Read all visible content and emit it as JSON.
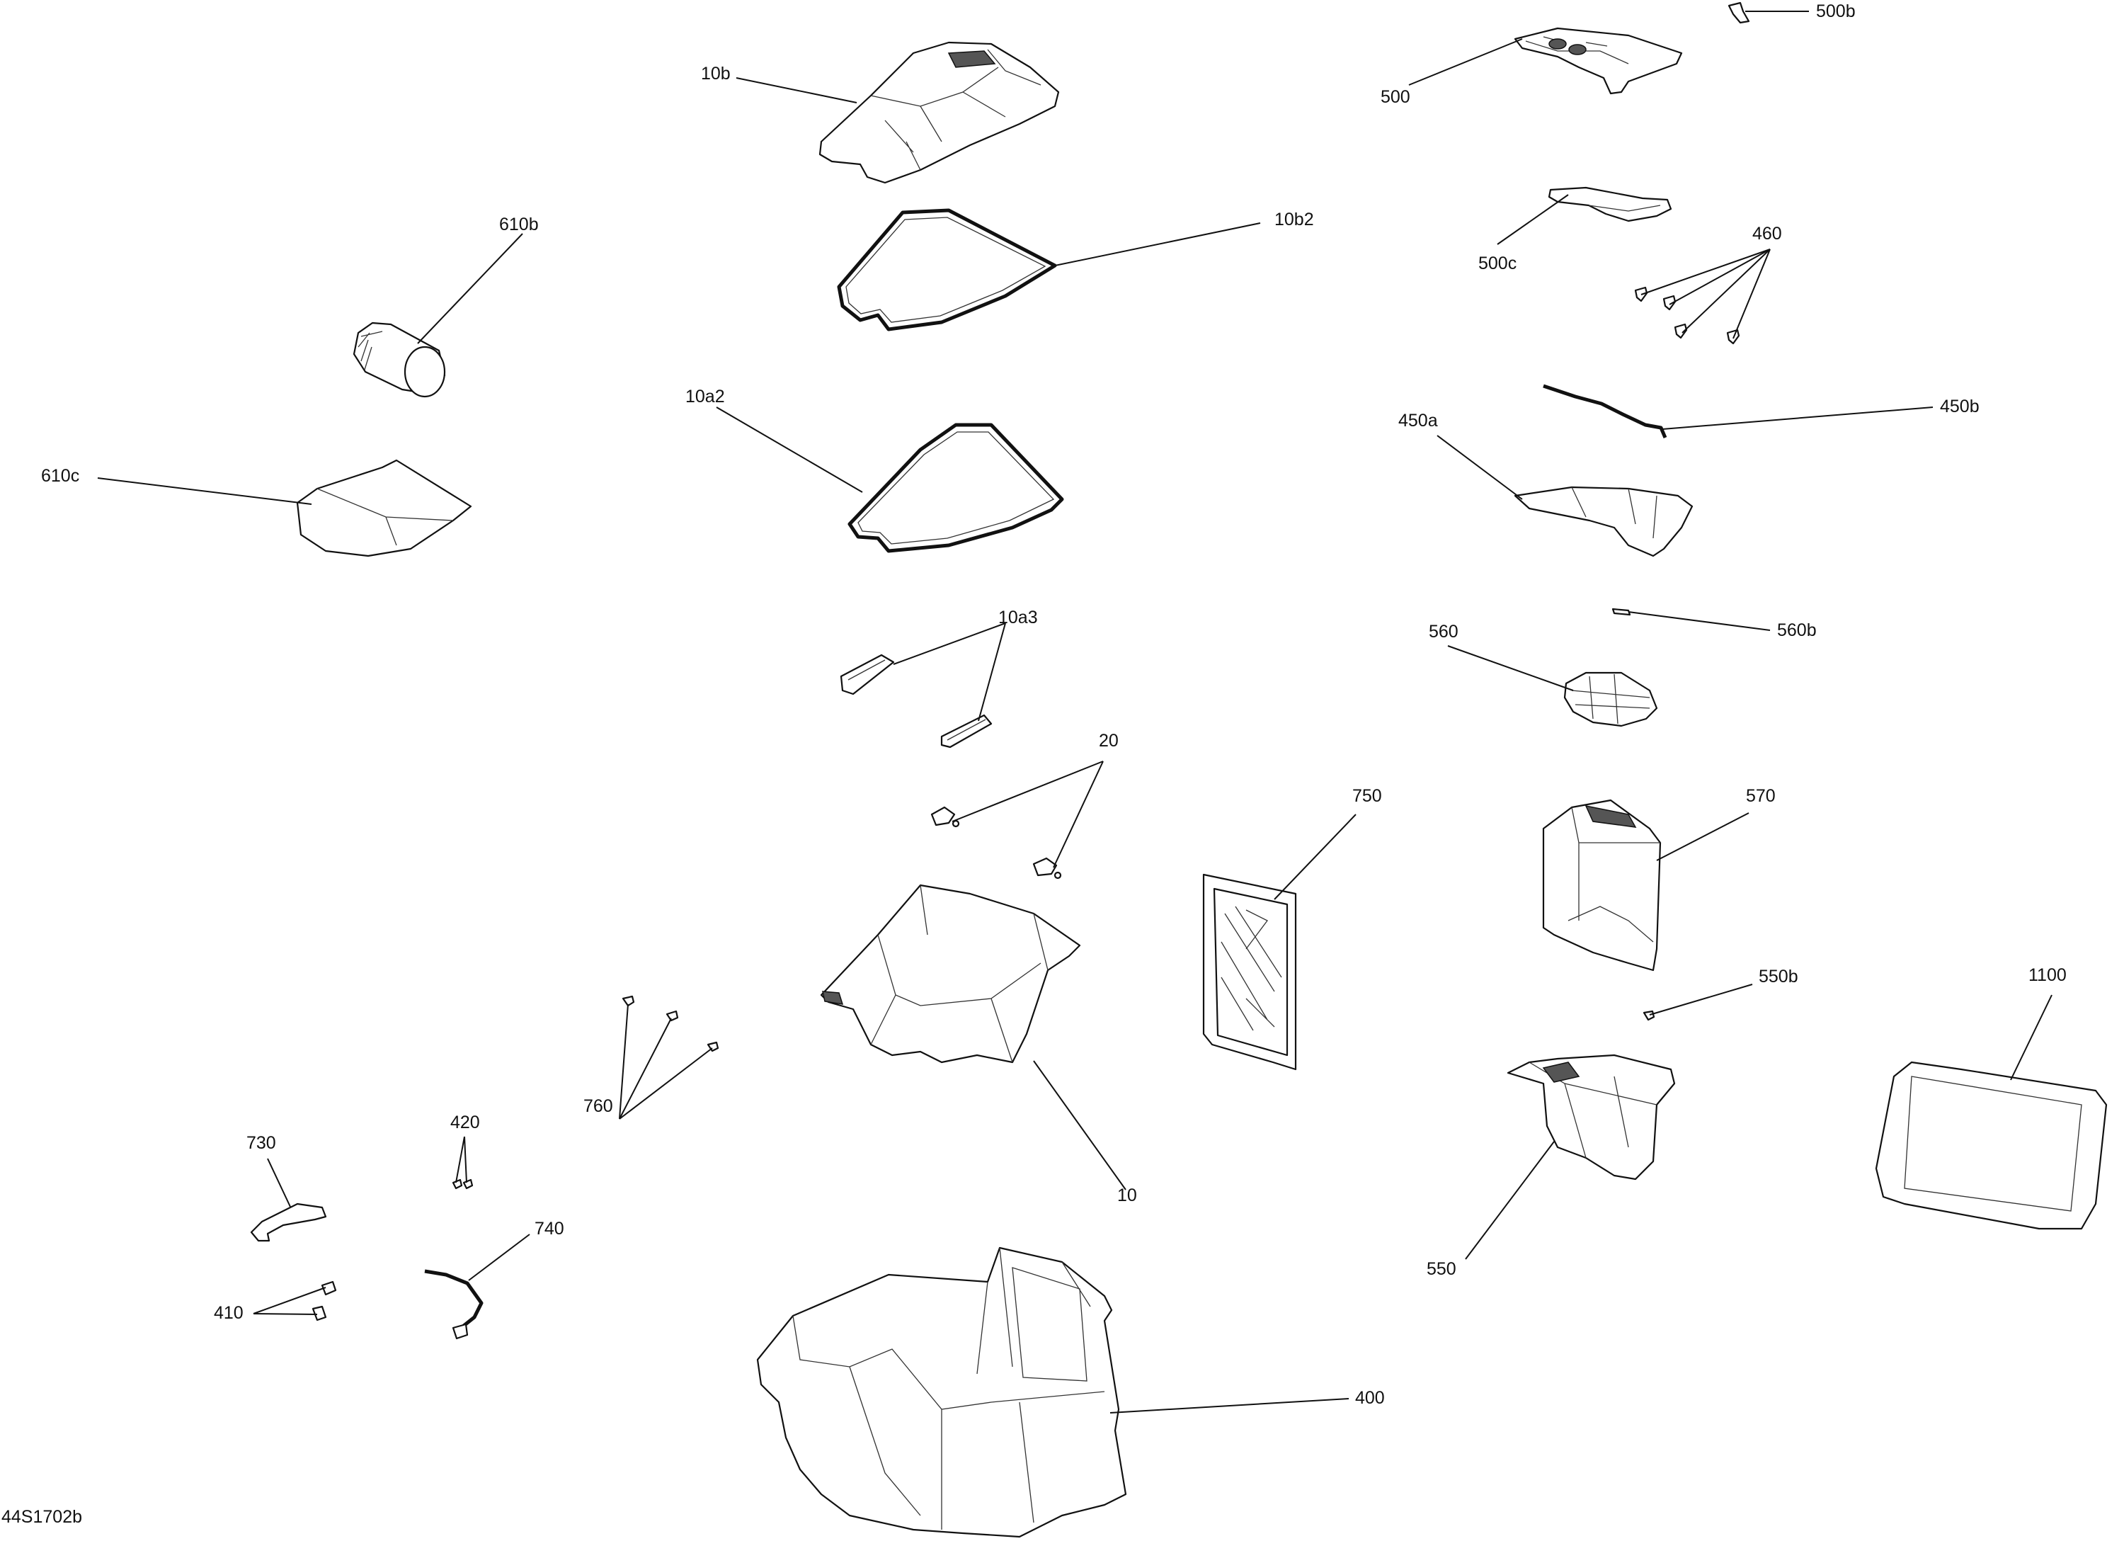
{
  "diagram": {
    "reference_code": "44S1702b",
    "callouts": {
      "c10b": "10b",
      "c10b2": "10b2",
      "c10a2": "10a2",
      "c10a3": "10a3",
      "c20": "20",
      "c10": "10",
      "c610b": "610b",
      "c610c": "610c",
      "c500": "500",
      "c500b": "500b",
      "c500c": "500c",
      "c460": "460",
      "c450a": "450a",
      "c450b": "450b",
      "c560": "560",
      "c560b": "560b",
      "c570": "570",
      "c750": "750",
      "c550b": "550b",
      "c550": "550",
      "c1100": "1100",
      "c760": "760",
      "c420": "420",
      "c730": "730",
      "c740": "740",
      "c410": "410",
      "c400": "400"
    }
  }
}
